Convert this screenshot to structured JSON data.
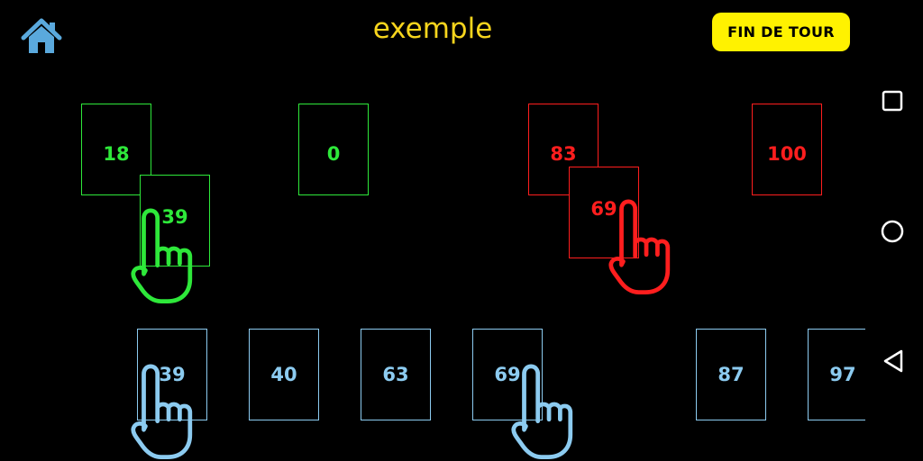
{
  "header": {
    "title": "exemple",
    "home_icon": "home-icon",
    "end_turn_label": "FIN  DE TOUR"
  },
  "colors": {
    "title": "#f7d51d",
    "button": "#fff200",
    "home": "#5aa9dd",
    "green_player": "#2ee83a",
    "red_player": "#ff1e1e",
    "hand_cards": "#8ccbf0"
  },
  "green_piles": {
    "pile1_value": "18",
    "pile1_overlay_value": "39",
    "pile2_value": "0"
  },
  "red_piles": {
    "pile1_value": "83",
    "pile1_overlay_value": "69",
    "pile2_value": "100"
  },
  "hand": {
    "cards": [
      {
        "value": "39"
      },
      {
        "value": "40"
      },
      {
        "value": "63"
      },
      {
        "value": "69"
      },
      {
        "value": "87"
      },
      {
        "value": "97"
      }
    ]
  },
  "navbar": {
    "icons": [
      "square-icon",
      "circle-icon",
      "triangle-back-icon"
    ]
  }
}
